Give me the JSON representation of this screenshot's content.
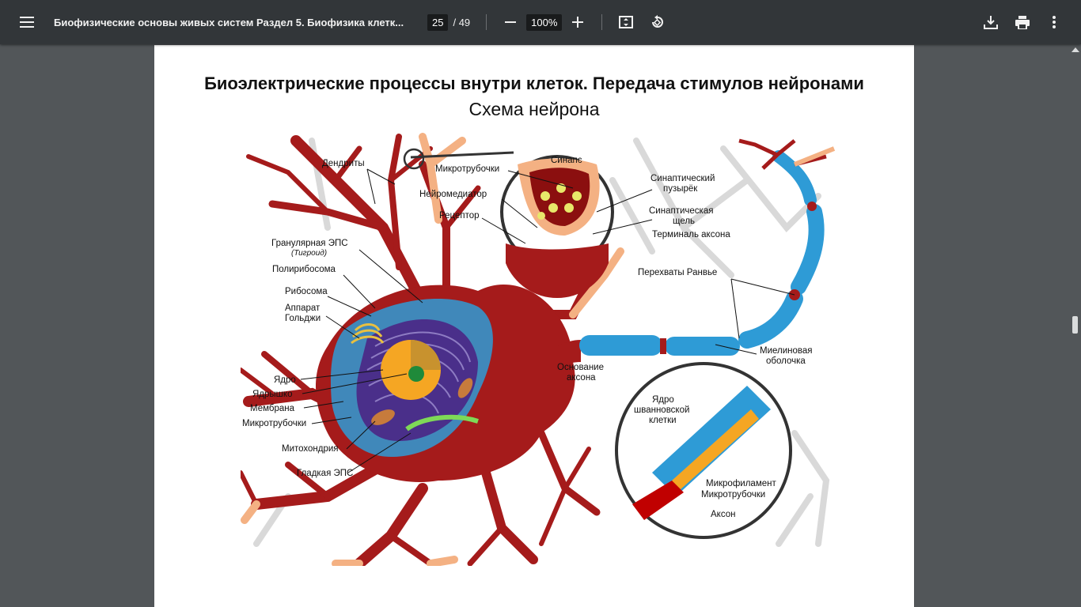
{
  "toolbar": {
    "title": "Биофизические основы живых систем Раздел 5. Биофизика клетк...",
    "current_page": "25",
    "total_pages": "/ 49",
    "zoom": "100%",
    "icons": [
      "menu-icon",
      "zoom-out-icon",
      "zoom-in-icon",
      "fit-page-icon",
      "rotate-icon",
      "download-icon",
      "print-icon",
      "more-vert-icon"
    ]
  },
  "page": {
    "heading": "Биоэлектрические процессы внутри клеток. Передача стимулов нейронами",
    "subheading": "Схема нейрона"
  },
  "figure": {
    "labels": {
      "dendrites": "Дендриты",
      "synapse": "Синапс",
      "microtubules_top": "Микротрубочки",
      "neuromediator": "Нейромедиатор",
      "receptor": "Рецептор",
      "synaptic_vesicle_1": "Синаптический",
      "synaptic_vesicle_2": "пузырёк",
      "synaptic_cleft_1": "Синаптическая",
      "synaptic_cleft_2": "щель",
      "axon_terminal": "Терминаль аксона",
      "granular_er": "Гранулярная ЭПС",
      "tigroid": "(Тигроид)",
      "polyribosome": "Полирибосома",
      "ribosome": "Рибосома",
      "golgi_1": "Аппарат",
      "golgi_2": "Гольджи",
      "nodes_ranvier": "Перехваты Ранвье",
      "nucleus": "Ядро",
      "nucleolus": "Ядрышко",
      "membrane": "Мембрана",
      "microtubules_left": "Микротрубочки",
      "mitochondria": "Митохондрия",
      "smooth_er": "Гладкая ЭПС",
      "axon_hillock_1": "Основание",
      "axon_hillock_2": "аксона",
      "myelin_1": "Миелиновая",
      "myelin_2": "оболочка",
      "schwann_1": "Ядро",
      "schwann_2": "шванновской",
      "schwann_3": "клетки",
      "microfilament": "Микрофиламент",
      "microtubules_inset": "Микротрубочки",
      "axon": "Аксон"
    },
    "colors": {
      "neuron": "#a51b1b",
      "dendrite_tips": "#f4b183",
      "myelin": "#2e9bd6",
      "nucleus": "#f5a623",
      "background_neurons": "#d9d9d9"
    }
  }
}
